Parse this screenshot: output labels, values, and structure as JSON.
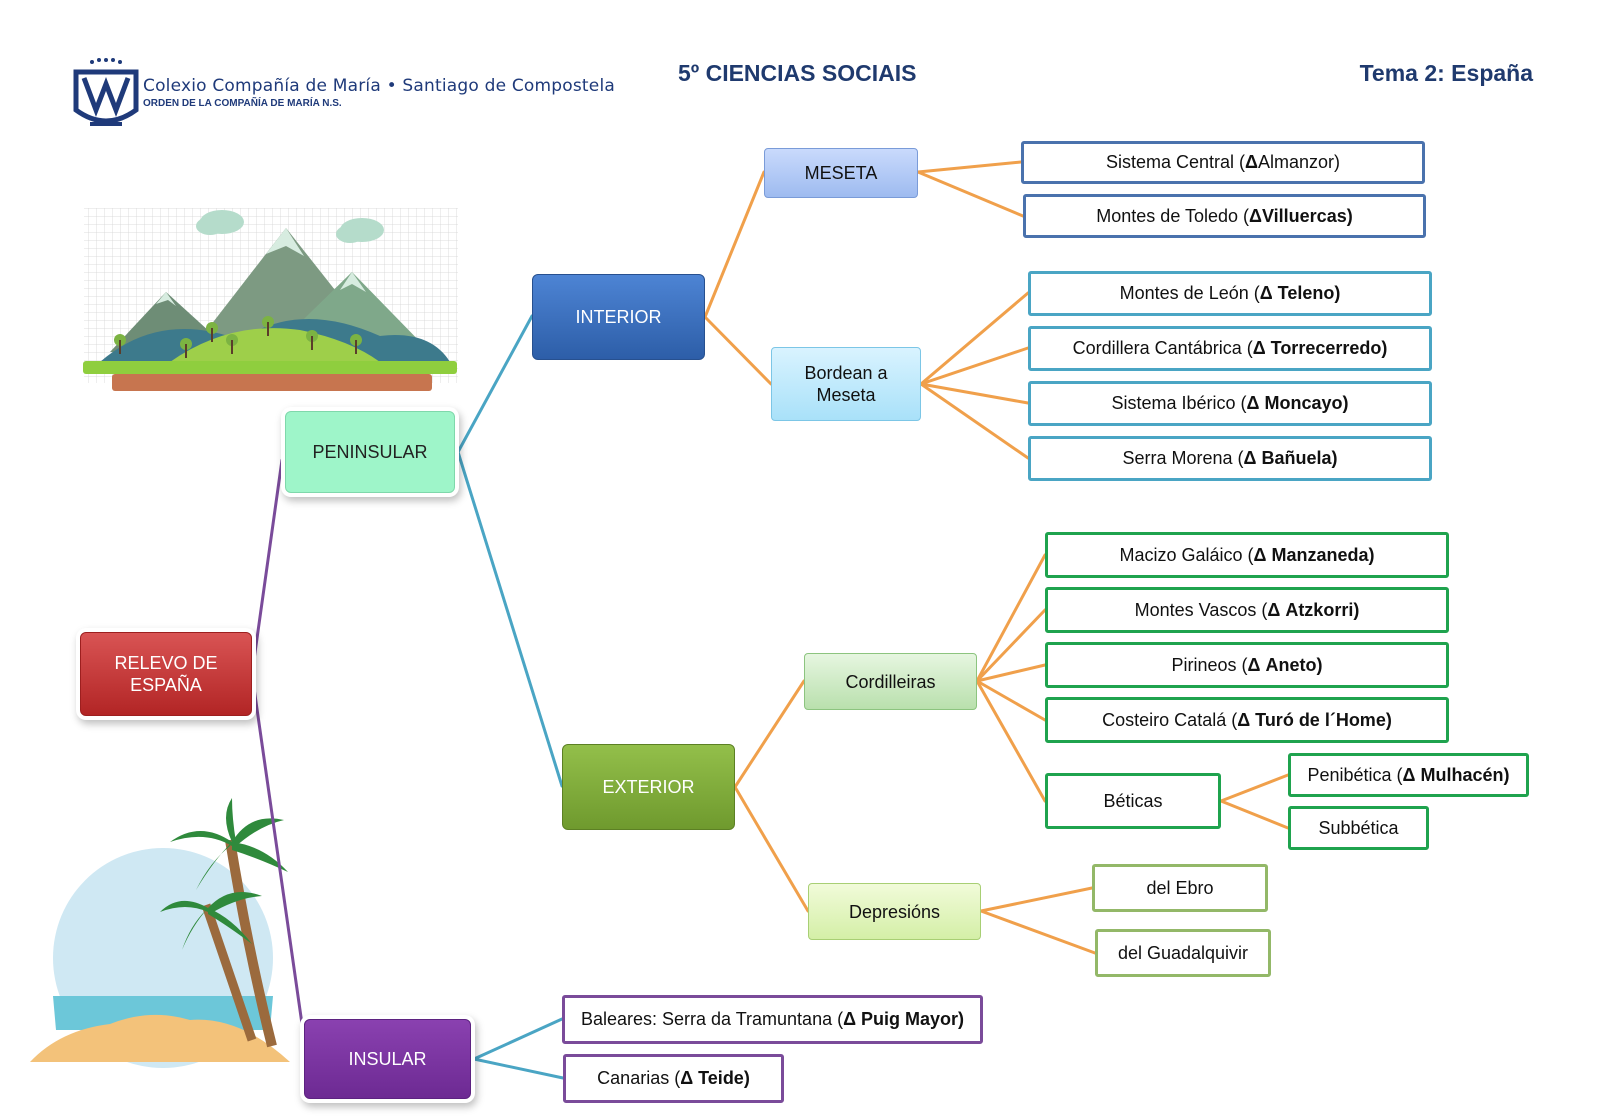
{
  "header": {
    "school_name": "Colexio Compañía de María • Santiago de Compostela",
    "school_subtitle": "ORDEN DE LA COMPAÑÍA DE MARÍA N.S.",
    "course": "5º  CIENCIAS SOCIAIS",
    "topic": "Tema 2: España"
  },
  "diagram": {
    "root": "RELEVO DE\nESPAÑA",
    "peninsular": "PENINSULAR",
    "insular": "INSULAR",
    "interior": "INTERIOR",
    "exterior": "EXTERIOR",
    "meseta": "MESETA",
    "bordean": "Bordean a\nMeseta",
    "cordilleiras": "Cordilleiras",
    "depresions": "Depresións",
    "beticas": "Béticas",
    "meseta_leaves": [
      {
        "name": "Sistema Central (",
        "peak": "Δ",
        "peak_bold": "",
        "suffix": " Almanzor)"
      },
      {
        "name": "Montes de Toledo (",
        "peak": "Δ",
        "peak_bold": " Villuercas)",
        "suffix": ""
      }
    ],
    "bordean_leaves": [
      {
        "name": "Montes de León ( ",
        "peak_bold": "Δ Teleno)"
      },
      {
        "name": "Cordillera Cantábrica ( ",
        "peak_bold": "Δ Torrecerredo)"
      },
      {
        "name": "Sistema Ibérico ( ",
        "peak_bold": "Δ Moncayo)"
      },
      {
        "name": "Serra Morena ( ",
        "peak_bold": "Δ Bañuela)"
      }
    ],
    "cordilleiras_leaves": [
      {
        "name": "Macizo Galáico ( ",
        "peak_bold": "Δ Manzaneda)"
      },
      {
        "name": "Montes Vascos (",
        "peak_bold": "Δ Atzkorri)"
      },
      {
        "name": "Pirineos ( ",
        "peak_bold": "Δ Aneto)"
      },
      {
        "name": "Costeiro Catalá ( ",
        "peak_bold": "Δ Turó de l´Home)"
      }
    ],
    "beticas_leaves": [
      {
        "name": "Penibética (",
        "peak_bold": "Δ Mulhacén)"
      },
      {
        "name": "Subbética",
        "peak_bold": ""
      }
    ],
    "depresions_leaves": [
      "del Ebro",
      "del Guadalquivir"
    ],
    "insular_leaves": [
      {
        "name": "Baleares: Serra da Tramuntana ( ",
        "peak_bold": "Δ Puig Mayor)"
      },
      {
        "name": "Canarias ( ",
        "peak_bold": "Δ Teide)"
      }
    ]
  },
  "colors": {
    "connector_orange": "#f0a04b",
    "connector_teal": "#4aa5c4",
    "connector_purple": "#7a4b9a",
    "title_navy": "#1f3a6e"
  }
}
